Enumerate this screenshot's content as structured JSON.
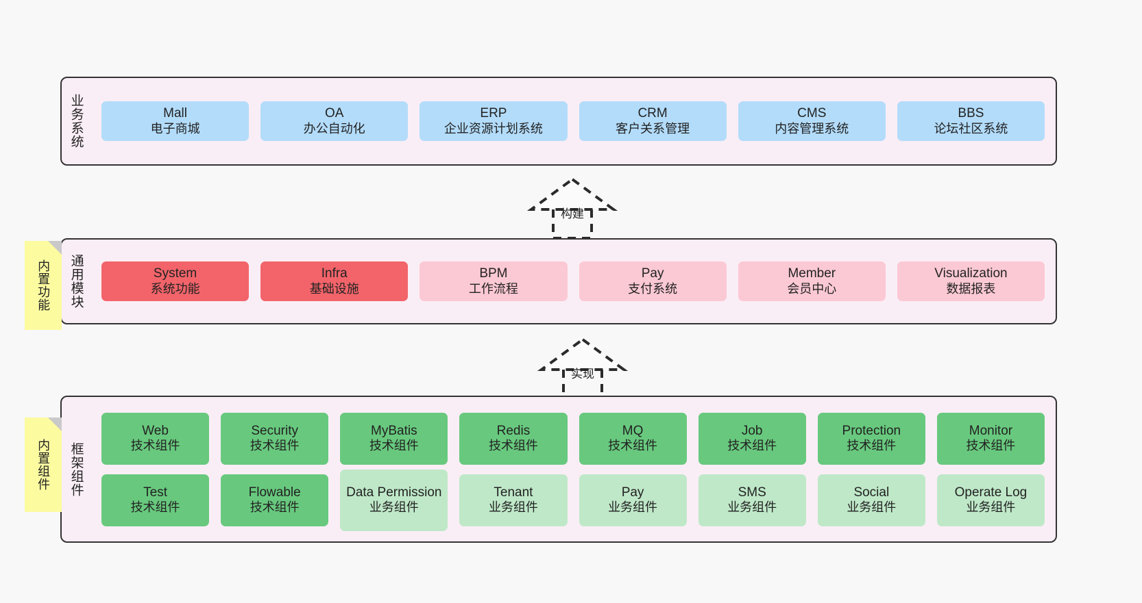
{
  "layers": [
    {
      "id": "business-systems",
      "title": "业务系统",
      "rows": [
        [
          {
            "name": "Mall",
            "desc": "电子商城",
            "color": "blue"
          },
          {
            "name": "OA",
            "desc": "办公自动化",
            "color": "blue"
          },
          {
            "name": "ERP",
            "desc": "企业资源计划系统",
            "color": "blue"
          },
          {
            "name": "CRM",
            "desc": "客户关系管理",
            "color": "blue"
          },
          {
            "name": "CMS",
            "desc": "内容管理系统",
            "color": "blue"
          },
          {
            "name": "BBS",
            "desc": "论坛社区系统",
            "color": "blue"
          }
        ]
      ]
    },
    {
      "id": "common-modules",
      "title": "通用模块",
      "sticky": "内置功能",
      "rows": [
        [
          {
            "name": "System",
            "desc": "系统功能",
            "color": "red"
          },
          {
            "name": "Infra",
            "desc": "基础设施",
            "color": "red"
          },
          {
            "name": "BPM",
            "desc": "工作流程",
            "color": "pink"
          },
          {
            "name": "Pay",
            "desc": "支付系统",
            "color": "pink"
          },
          {
            "name": "Member",
            "desc": "会员中心",
            "color": "pink"
          },
          {
            "name": "Visualization",
            "desc": "数据报表",
            "color": "pink"
          }
        ]
      ]
    },
    {
      "id": "framework-components",
      "title": "框架组件",
      "sticky": "内置组件",
      "rows": [
        [
          {
            "name": "Web",
            "desc": "技术组件",
            "color": "green"
          },
          {
            "name": "Security",
            "desc": "技术组件",
            "color": "green"
          },
          {
            "name": "MyBatis",
            "desc": "技术组件",
            "color": "green"
          },
          {
            "name": "Redis",
            "desc": "技术组件",
            "color": "green"
          },
          {
            "name": "MQ",
            "desc": "技术组件",
            "color": "green"
          },
          {
            "name": "Job",
            "desc": "技术组件",
            "color": "green"
          },
          {
            "name": "Protection",
            "desc": "技术组件",
            "color": "green"
          },
          {
            "name": "Monitor",
            "desc": "技术组件",
            "color": "green"
          }
        ],
        [
          {
            "name": "Test",
            "desc": "技术组件",
            "color": "green"
          },
          {
            "name": "Flowable",
            "desc": "技术组件",
            "color": "green"
          },
          {
            "name": "Data Permission",
            "desc": "业务组件",
            "color": "lgreen"
          },
          {
            "name": "Tenant",
            "desc": "业务组件",
            "color": "lgreen"
          },
          {
            "name": "Pay",
            "desc": "业务组件",
            "color": "lgreen"
          },
          {
            "name": "SMS",
            "desc": "业务组件",
            "color": "lgreen"
          },
          {
            "name": "Social",
            "desc": "业务组件",
            "color": "lgreen"
          },
          {
            "name": "Operate Log",
            "desc": "业务组件",
            "color": "lgreen"
          }
        ]
      ]
    }
  ],
  "connectors": [
    {
      "id": "build",
      "label": "构建"
    },
    {
      "id": "implement",
      "label": "实现"
    }
  ],
  "colors": {
    "panel_bg": "#faeef6",
    "panel_border": "#333333",
    "blue": "#b3dcfa",
    "red": "#f2646a",
    "pink": "#fbc9d4",
    "green": "#68c97e",
    "light_green": "#bfe8c8",
    "sticky": "#fcfba0",
    "canvas_bg": "#f8f8f8"
  }
}
